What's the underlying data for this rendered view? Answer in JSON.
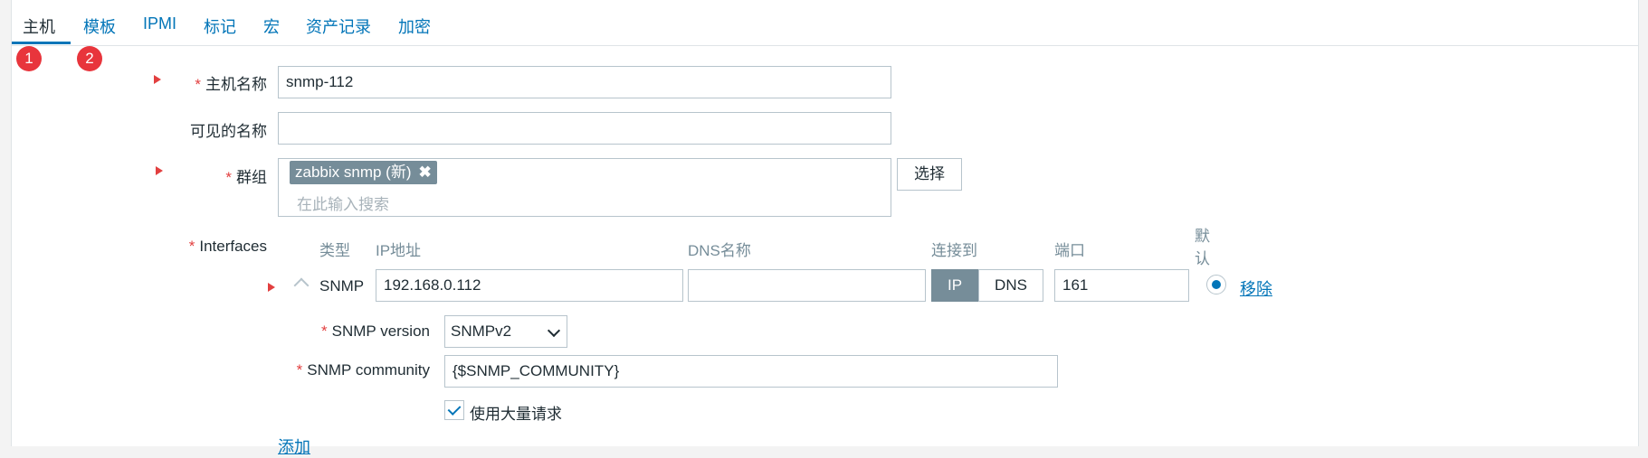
{
  "tabs": [
    {
      "label": "主机",
      "active": true
    },
    {
      "label": "模板"
    },
    {
      "label": "IPMI"
    },
    {
      "label": "标记"
    },
    {
      "label": "宏"
    },
    {
      "label": "资产记录"
    },
    {
      "label": "加密"
    }
  ],
  "badges": [
    "1",
    "2"
  ],
  "required_mark": "*",
  "form": {
    "host_name": {
      "label": "主机名称",
      "value": "snmp-112"
    },
    "visible_name": {
      "label": "可见的名称",
      "value": ""
    },
    "groups": {
      "label": "群组",
      "chip": "zabbix snmp (新)",
      "chip_remove": "✖",
      "placeholder": "在此输入搜索",
      "select_button": "选择"
    },
    "interfaces": {
      "label": "Interfaces",
      "columns": {
        "type": "类型",
        "ip": "IP地址",
        "dns": "DNS名称",
        "connect": "连接到",
        "port": "端口",
        "default": "默认"
      },
      "row": {
        "type": "SNMP",
        "ip": "192.168.0.112",
        "dns": "",
        "connect_ip": "IP",
        "connect_dns": "DNS",
        "connect_selected": "IP",
        "port": "161",
        "remove": "移除"
      },
      "snmp_version": {
        "label": "SNMP version",
        "value": "SNMPv2"
      },
      "snmp_community": {
        "label": "SNMP community",
        "value": "{$SNMP_COMMUNITY}"
      },
      "bulk": {
        "label": "使用大量请求",
        "checked": true
      },
      "add_link": "添加"
    }
  },
  "colors": {
    "accent": "#0275b8",
    "required": "#e23f3f",
    "chip": "#768d99",
    "badge": "#e8353c"
  }
}
